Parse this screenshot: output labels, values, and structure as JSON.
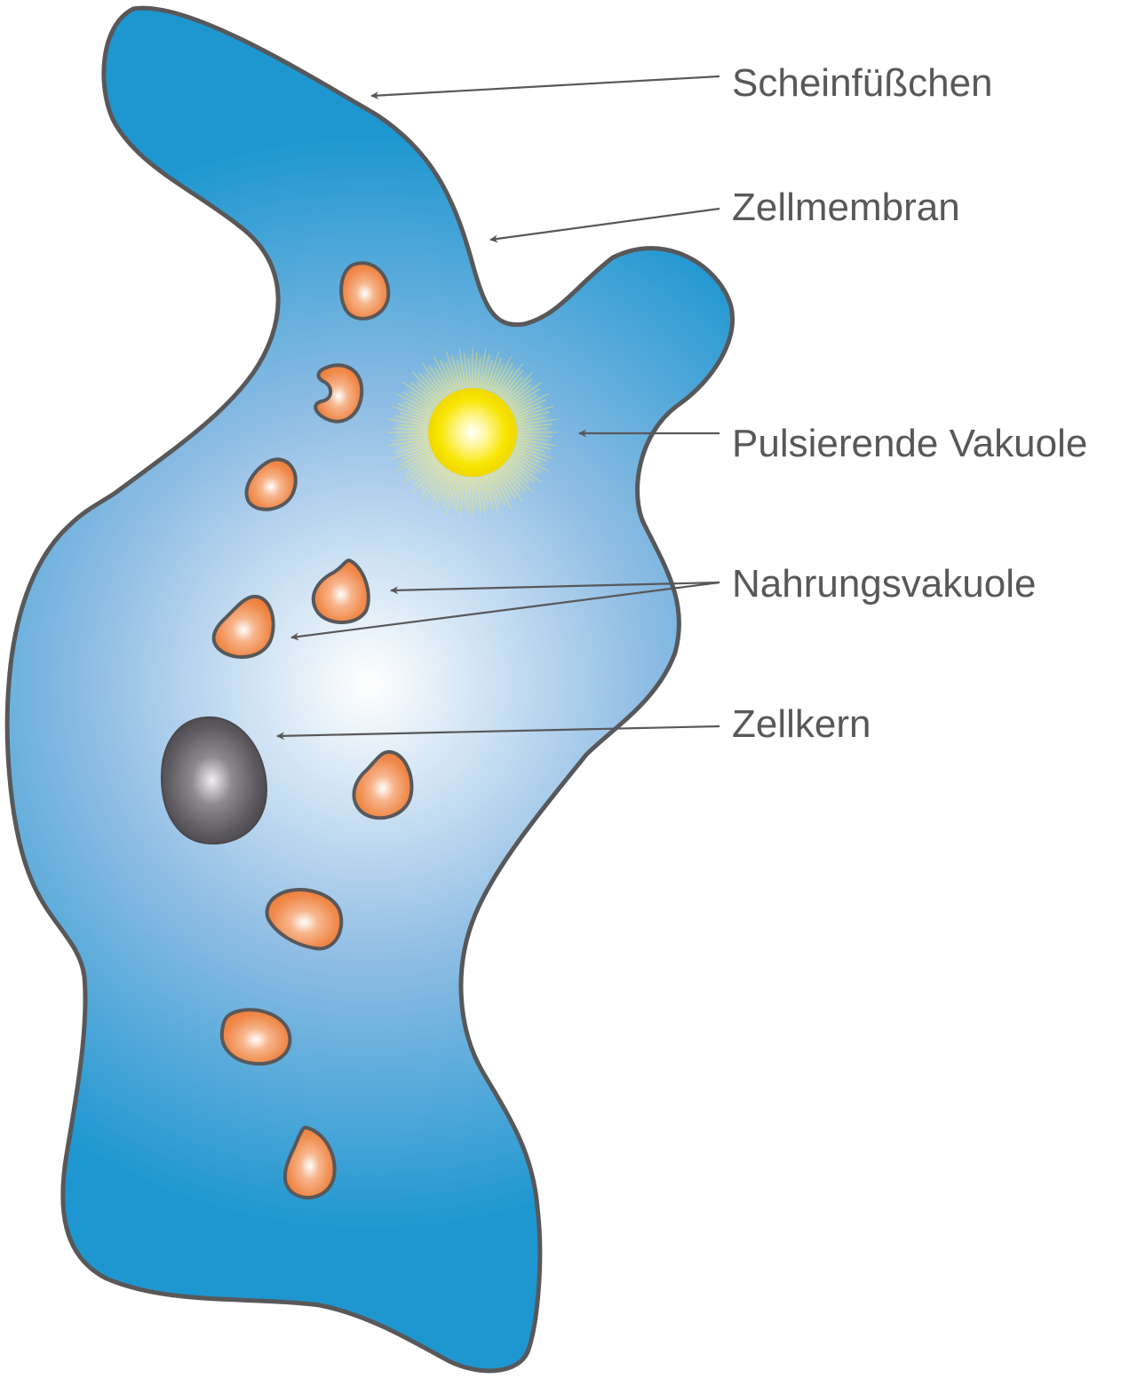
{
  "labels": {
    "pseudopod": "Scheinfüßchen",
    "membrane": "Zellmembran",
    "contractile_vacuole": "Pulsierende Vakuole",
    "food_vacuole": "Nahrungsvakuole",
    "nucleus": "Zellkern"
  },
  "colors": {
    "cytoplasm_center": "#ffffff",
    "cytoplasm_edge": "#1e97d0",
    "outline": "#58585a",
    "food_vacuole_fill": "#f08a4b",
    "contractile_vacuole_fill": "#f6e600",
    "nucleus_fill": "#555558",
    "label_text": "#58585a"
  }
}
